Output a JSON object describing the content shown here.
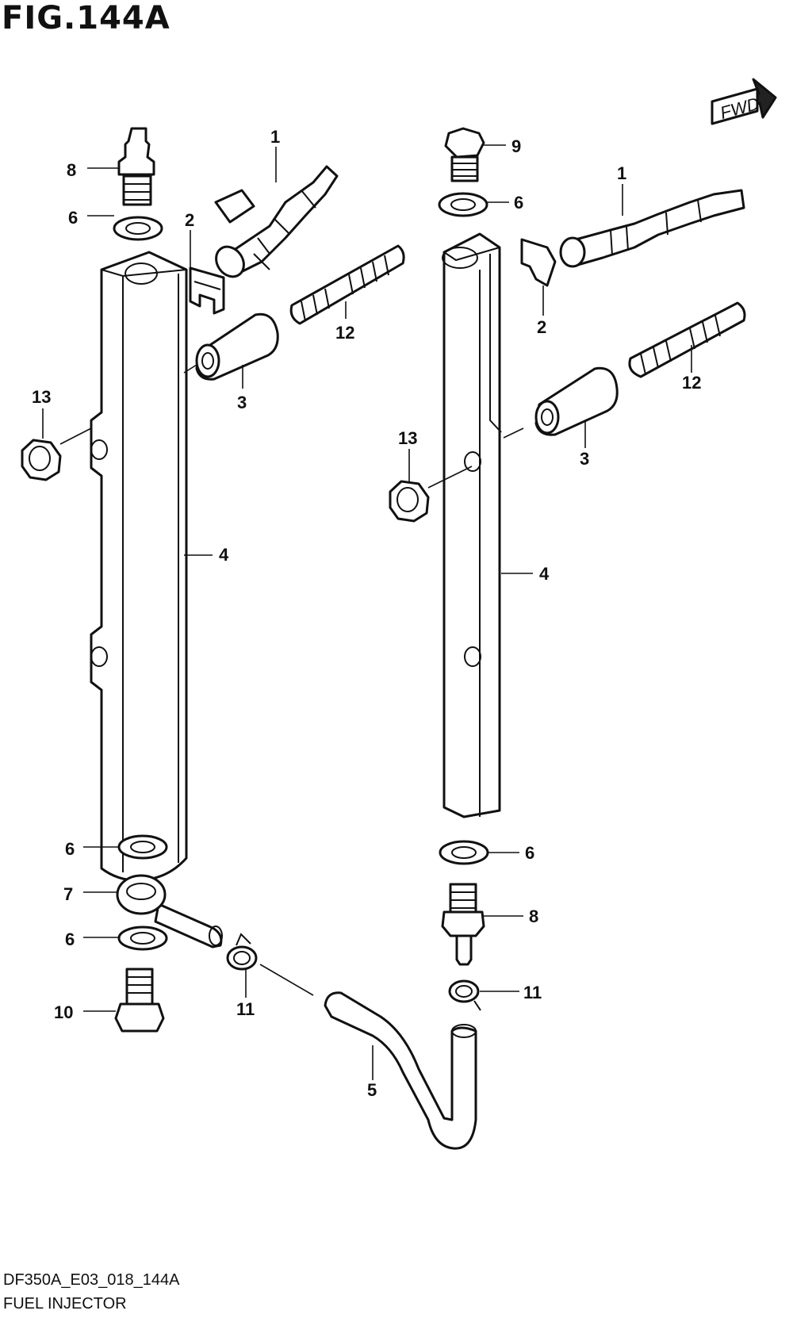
{
  "figure_title": "FIG.144A",
  "fwd_label": "FWD",
  "doc_code": "DF350A_E03_018_144A",
  "doc_name": "FUEL INJECTOR",
  "callouts": [
    "1",
    "2",
    "3",
    "4",
    "5",
    "6",
    "7",
    "8",
    "9",
    "10",
    "11",
    "12",
    "13"
  ]
}
